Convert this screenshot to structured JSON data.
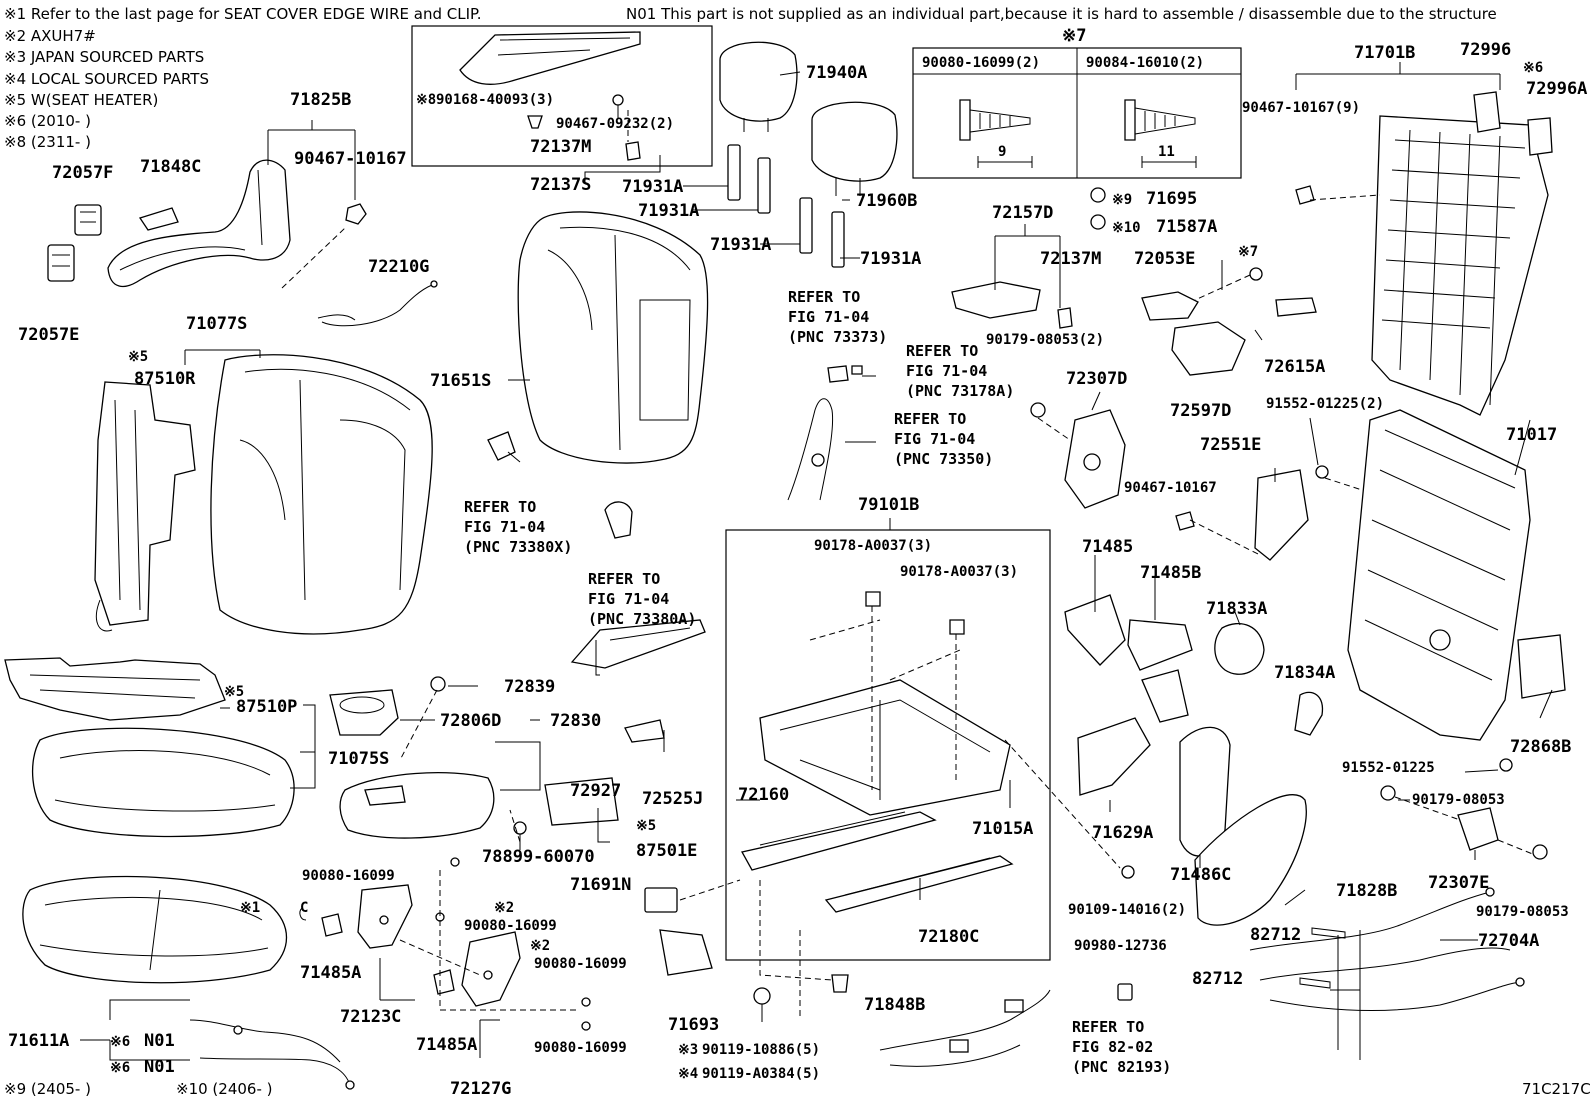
{
  "header_notes": {
    "n1": "※1 Refer to the last page for SEAT COVER EDGE WIRE and CLIP.",
    "n2": "※2 AXUH7#",
    "n3": "※3 JAPAN SOURCED PARTS",
    "n4": "※4 LOCAL SOURCED PARTS",
    "n5": "※5 W(SEAT HEATER)",
    "n6": "※6 (2010-      )",
    "n8": "※8 (2311-      )",
    "n01": "N01 This part is not supplied as an individual part,because it is hard to assemble / disassemble due to the structure"
  },
  "footer_notes": {
    "n9": "※9 (2405-      )",
    "n10": "※10 (2406-      )",
    "code": "71C217C"
  },
  "fastener_table": {
    "marker": "※7",
    "col1": "90080-16099(2)",
    "col2": "90084-16010(2)",
    "dim1": "9",
    "dim2": "11"
  },
  "labels": {
    "p71825B": "71825B",
    "p90467_10167a": "90467-10167",
    "p72057F": "72057F",
    "p71848C": "71848C",
    "p72057E": "72057E",
    "p72210G": "72210G",
    "p71077S": "71077S",
    "m5a": "※5",
    "p87510R": "87510R",
    "m5b": "※5",
    "p87510P": "87510P",
    "p71075S": "71075S",
    "p72839": "72839",
    "p72806D": "72806D",
    "p72830": "72830",
    "p78899": "78899-60070",
    "p90080_16099a": "90080-16099",
    "m1": "※1",
    "clip_c": "C",
    "p71485A_a": "71485A",
    "p72123C": "72123C",
    "m2a": "※2",
    "p90080_16099b": "90080-16099",
    "m2b": "※2",
    "p90080_16099c": "90080-16099",
    "p71485A_b": "71485A",
    "p72127G": "72127G",
    "p90080_16099d": "90080-16099",
    "p71611A": "71611A",
    "m6a": "※6",
    "pN01a": "N01",
    "m6b": "※6",
    "pN01b": "N01",
    "m8": "※8",
    "p90168": "90168-40093(3)",
    "p90467_09232": "90467-09232(2)",
    "p72137M_a": "72137M",
    "p72137S": "72137S",
    "p71940A": "71940A",
    "p71931A_a": "71931A",
    "p71931A_b": "71931A",
    "p71931A_c": "71931A",
    "p71931A_d": "71931A",
    "p71960B": "71960B",
    "p71651S": "71651S",
    "p72927": "72927",
    "p72525J": "72525J",
    "m5c": "※5",
    "p87501E": "87501E",
    "p71691N": "71691N",
    "p71693": "71693",
    "m3": "※3",
    "p90119_10886": "90119-10886(5)",
    "m4": "※4",
    "p90119_A0384": "90119-A0384(5)",
    "p71848B": "71848B",
    "p79101B": "79101B",
    "p90178_a": "90178-A0037(3)",
    "p90178_b": "90178-A0037(3)",
    "p72160": "72160",
    "p71015A": "71015A",
    "p72180C": "72180C",
    "p90109": "90109-14016(2)",
    "p90980": "90980-12736",
    "m9": "※9",
    "p71695": "71695",
    "m10": "※10",
    "p71587A": "71587A",
    "p72157D": "72157D",
    "p72137M_b": "72137M",
    "p72053E": "72053E",
    "m7": "※7",
    "p90179_08053a": "90179-08053(2)",
    "p72307D": "72307D",
    "p72597D": "72597D",
    "p72615A": "72615A",
    "p72551E": "72551E",
    "p90467_10167c": "90467-10167",
    "p71485": "71485",
    "p71485B": "71485B",
    "p71833A": "71833A",
    "p71834A": "71834A",
    "p71629A": "71629A",
    "p71486C": "71486C",
    "p71828B": "71828B",
    "p82712a": "82712",
    "p82712b": "82712",
    "p72704A": "72704A",
    "p71701B": "71701B",
    "p72996": "72996",
    "m6c": "※6",
    "p72996A": "72996A",
    "p90467_10167b": "90467-10167(9)",
    "p91552a": "91552-01225(2)",
    "p71017": "71017",
    "p72868B": "72868B",
    "p91552b": "91552-01225",
    "p90179_08053b": "90179-08053",
    "p72307E": "72307E",
    "p90179_08053c": "90179-08053"
  },
  "refs": {
    "r1": [
      "REFER TO",
      "FIG 71-04",
      "(PNC 73373)"
    ],
    "r2": [
      "REFER TO",
      "FIG 71-04",
      "(PNC 73178A)"
    ],
    "r3": [
      "REFER TO",
      "FIG 71-04",
      "(PNC 73350)"
    ],
    "r4": [
      "REFER TO",
      "FIG 71-04",
      "(PNC 73380X)"
    ],
    "r5": [
      "REFER TO",
      "FIG 71-04",
      "(PNC 73380A)"
    ],
    "r6": [
      "REFER TO",
      "FIG 82-02",
      "(PNC 82193)"
    ]
  }
}
